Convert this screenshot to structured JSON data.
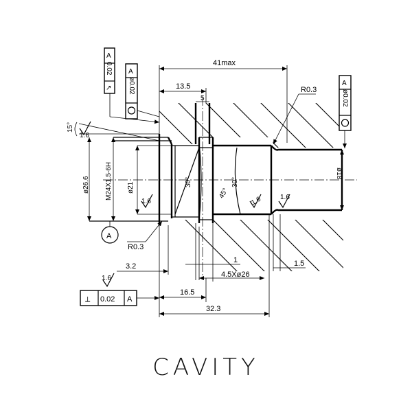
{
  "title": "CAVITY",
  "dimensions": {
    "overall_length": "41max",
    "d_13_5": "13.5",
    "d_5": "5",
    "d_3_2": "3.2",
    "d_16_5": "16.5",
    "d_32_3": "32.3",
    "d_1": "1",
    "d_1_5": "1.5",
    "groove": "4.5Xø26",
    "dia_26_6": "ø26.6",
    "thread": "M24X1.5-6H",
    "dia_21": "ø21",
    "dia_18": "ø18",
    "radius_top": "R0.3",
    "radius_bottom": "R0.3",
    "angle_15": "15°",
    "angle_30a": "30°",
    "angle_30b": "30°",
    "angle_45": "45°"
  },
  "roughness": {
    "r1": "1.6",
    "r2": "1.6",
    "r3": "1.6",
    "r4": "1.6",
    "r5": "1.6"
  },
  "datum": "A",
  "tolerances": {
    "runout": {
      "symbol": "↗",
      "value": "0.02",
      "datum": "A"
    },
    "circularity_1": {
      "symbol": "O",
      "value": "ø0.02",
      "datum": "A"
    },
    "circularity_2": {
      "symbol": "O",
      "value": "ø0.02",
      "datum": "A"
    },
    "perpendicularity": {
      "symbol": "⟂",
      "value": "0.02",
      "datum": "A"
    }
  }
}
